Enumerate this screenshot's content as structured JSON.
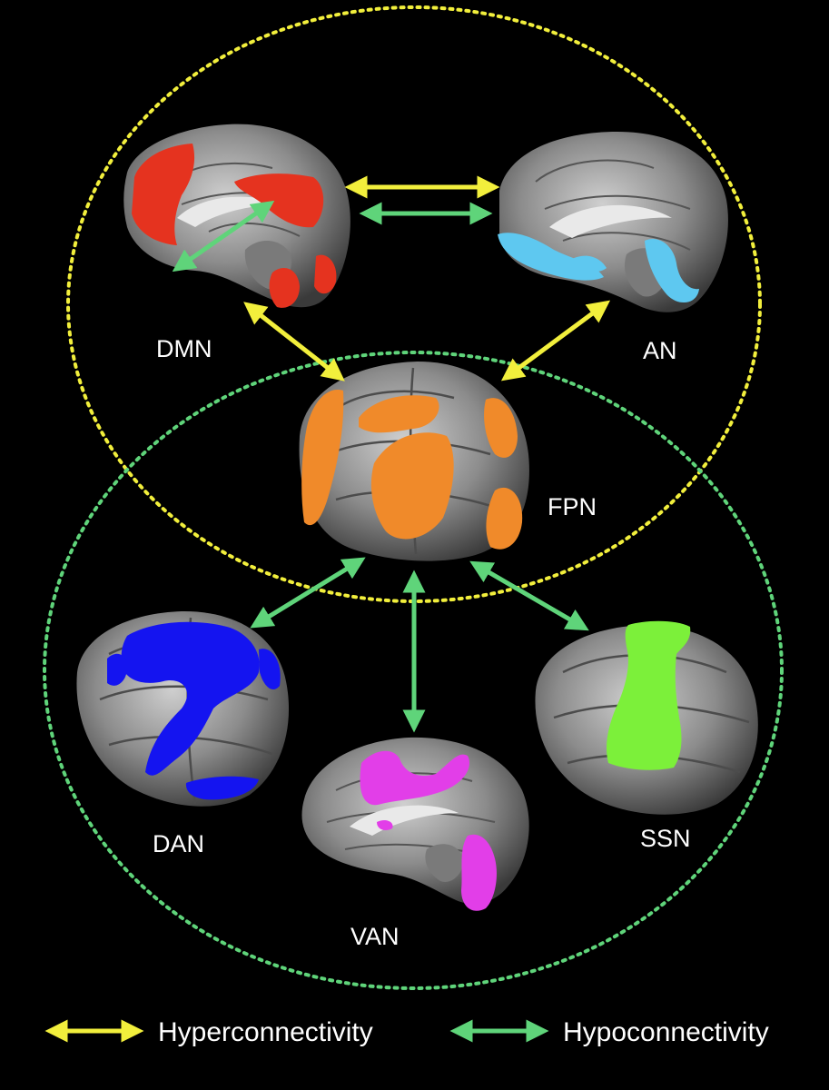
{
  "networks": {
    "dmn": {
      "label": "DMN",
      "color": "#e5331f"
    },
    "an": {
      "label": "AN",
      "color": "#5ec8f0"
    },
    "fpn": {
      "label": "FPN",
      "color": "#f08a2a"
    },
    "dan": {
      "label": "DAN",
      "color": "#1414f0"
    },
    "van": {
      "label": "VAN",
      "color": "#e23ee8"
    },
    "ssn": {
      "label": "SSN",
      "color": "#7cf03a"
    }
  },
  "legend": {
    "hyper": {
      "label": "Hyperconnectivity",
      "color": "#f2ef3c"
    },
    "hypo": {
      "label": "Hypoconnectivity",
      "color": "#5fd47a"
    }
  },
  "connections": {
    "hyper": [
      [
        "DMN",
        "AN"
      ],
      [
        "DMN",
        "FPN"
      ],
      [
        "AN",
        "FPN"
      ]
    ],
    "hypo": [
      [
        "DMN",
        "AN"
      ],
      [
        "DMN",
        "DMN"
      ],
      [
        "FPN",
        "DAN"
      ],
      [
        "FPN",
        "VAN"
      ],
      [
        "FPN",
        "SSN"
      ]
    ]
  }
}
